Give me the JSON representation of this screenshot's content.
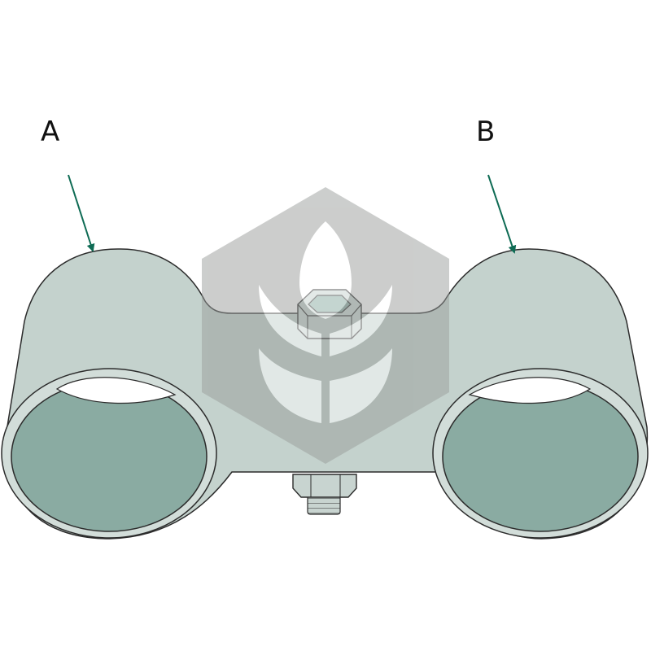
{
  "labels": {
    "a": "A",
    "b": "B"
  },
  "colors": {
    "body_fill": "#c4d2cd",
    "inner_fill": "#8aaba2",
    "tube_face": "#d2ddd9",
    "outline": "#2b2b2b",
    "arrow": "#0e6b54",
    "watermark": "#9a9d9b",
    "metal": "#c8d4d0"
  },
  "icons": {
    "watermark": "leaf-hexagon-logo",
    "bolt": "hex-bolt",
    "nut": "hex-nut"
  }
}
